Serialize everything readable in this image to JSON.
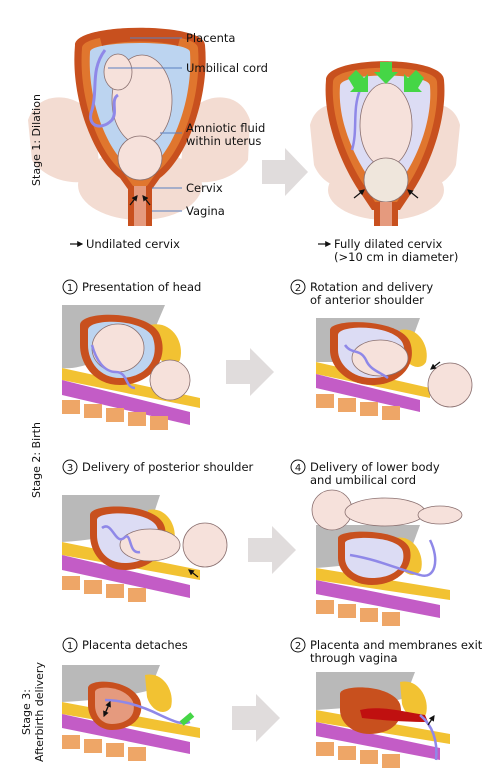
{
  "stage1": {
    "side_label": "Stage 1: Dilation",
    "labels": {
      "placenta": "Placenta",
      "umbilical_cord": "Umbilical cord",
      "amniotic_fluid_line1": "Amniotic fluid",
      "amniotic_fluid_line2": "within uterus",
      "cervix": "Cervix",
      "vagina": "Vagina"
    },
    "captions": {
      "undilated": "Undilated cervix",
      "dilated_line1": "Fully dilated cervix",
      "dilated_line2": "(>10 cm in diameter)"
    }
  },
  "stage2": {
    "side_label": "Stage 2: Birth",
    "steps": [
      {
        "number": "1",
        "line1": "Presentation of head",
        "line2": ""
      },
      {
        "number": "2",
        "line1": "Rotation and delivery",
        "line2": "of anterior shoulder"
      },
      {
        "number": "3",
        "line1": "Delivery of posterior shoulder",
        "line2": ""
      },
      {
        "number": "4",
        "line1": "Delivery of lower body",
        "line2": "and umbilical cord"
      }
    ]
  },
  "stage3": {
    "side_label_line1": "Stage 3:",
    "side_label_line2": "Afterbirth delivery",
    "steps": [
      {
        "number": "1",
        "line1": "Placenta detaches",
        "line2": ""
      },
      {
        "number": "2",
        "line1": "Placenta and membranes exit",
        "line2": "through vagina"
      }
    ]
  },
  "colors": {
    "skin": "#f6e1db",
    "pelvis": "#f3dcd2",
    "uterus_wall": "#c8501e",
    "uterus_inner": "#e0762e",
    "fluid": "#bcd4f0",
    "cord": "#8f88e8",
    "bone": "#f2c232",
    "spine": "#eea667",
    "rectum": "#c35cc6",
    "organ_gray": "#b9b9b9",
    "arrow_gray": "#e0dcdc",
    "green": "#45d646",
    "placenta_red": "#c01010"
  }
}
